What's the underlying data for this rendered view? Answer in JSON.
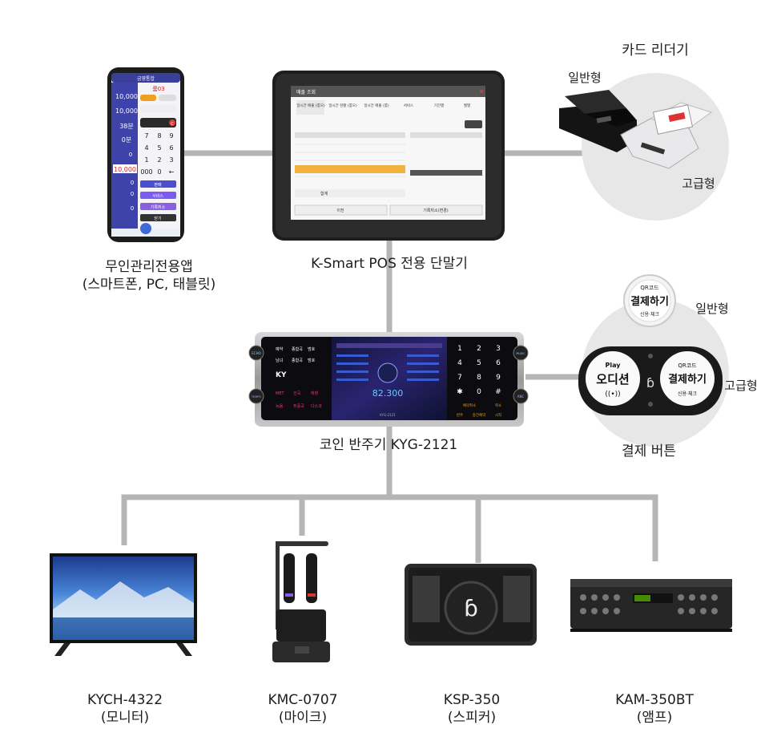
{
  "labels": {
    "app": [
      "무인관리전용앱",
      "(스마트폰, PC, 태블릿)"
    ],
    "pos": "K-Smart POS 전용 단말기",
    "card_reader": {
      "title": "카드 리더기",
      "basic": "일반형",
      "premium": "고급형"
    },
    "karaoke": "코인 반주기 KYG-2121",
    "pay_button": {
      "title": "결제 버튼",
      "basic": "일반형",
      "premium": "고급형"
    },
    "tv": [
      "KYCH-4322",
      "(모니터)"
    ],
    "mic": [
      "KMC-0707",
      "(마이크)"
    ],
    "speaker": [
      "KSP-350",
      "(스피커)"
    ],
    "amp": [
      "KAM-350BT",
      "(앰프)"
    ]
  },
  "phone_screen": {
    "header": "금영통합",
    "room": "룸03",
    "amount_1": "10,000",
    "amount_2": "10,000",
    "time_1": "38분",
    "time_2": "0분",
    "input_value": "10,000",
    "keys": [
      "7",
      "8",
      "9",
      "4",
      "5",
      "6",
      "1",
      "2",
      "3",
      "000",
      "0",
      "←"
    ],
    "btn_1": "판매",
    "btn_2": "서비스",
    "btn_3": "기록취소",
    "btn_4": "닫기",
    "clear": "C",
    "zero_1": "0",
    "zero_2": "0",
    "zero_3": "0",
    "zero_4": "0"
  },
  "pos_screen": {
    "title": "매출 조회",
    "tabs": [
      "일시간 매출\n(룸으)",
      "일시간 현황\n(룸으)",
      "일시간 매출\n(룸)",
      "서비스",
      "기간별",
      "월별"
    ],
    "footer_left": "이전",
    "footer_right": "기록취소(변경)",
    "total_label": "합계"
  },
  "karaoke_screen": {
    "left_buttons": [
      "예약",
      "종합곡",
      "범호",
      "남녀",
      "종합곡",
      "범호",
      "MET",
      "선곡",
      "애창",
      "녹음",
      "취중곡",
      "다스코"
    ],
    "right_keys": [
      "1",
      "2",
      "3",
      "4",
      "5",
      "6",
      "7",
      "8",
      "9",
      "✱",
      "0",
      "#"
    ],
    "right_labels": [
      "예약취소",
      "취소",
      "반주",
      "중간예약",
      "시작"
    ],
    "side_left_top": "ECHO",
    "side_left_bottom": "TEMPO",
    "side_right_top": "MUSIC",
    "side_right_bottom": "ANC",
    "brand": "KY",
    "score": "82.300",
    "model_tag": "KYG-2121"
  },
  "pay_buttons": {
    "basic_top": "QR코드",
    "basic_main": "결제하기",
    "basic_bottom": "신용·체크",
    "play": "Play",
    "audition": "오디션",
    "premium_top": "QR코드",
    "premium_main": "결제하기",
    "premium_bottom": "신용·체크"
  },
  "colors": {
    "line": "#b5b5b5",
    "circle": "#e7e7e7",
    "device_dark": "#1e1e1e",
    "accent_blue": "#3a5bd0",
    "accent_orange": "#f0a020",
    "accent_purple": "#8a5cf0",
    "red": "#d33"
  }
}
